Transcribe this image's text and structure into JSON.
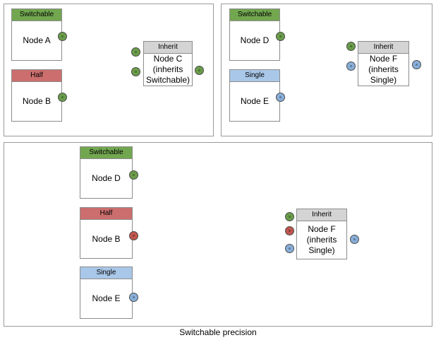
{
  "diagram": {
    "caption": "Switchable precision",
    "colors": {
      "switchable": "#72a750",
      "half": "#cc6e6e",
      "single": "#a9c7e8",
      "inherit": "#d4d4d4",
      "port_green": "#6a9c4a",
      "port_red": "#c0564f",
      "port_blue": "#88aed8",
      "edge": "#5a5a5a",
      "border": "#8c8c8c"
    },
    "panels": [
      {
        "id": "top-left",
        "nodes": [
          {
            "id": "a",
            "header": "Switchable",
            "label": "Node A"
          },
          {
            "id": "b",
            "header": "Half",
            "label": "Node B"
          },
          {
            "id": "c",
            "header": "Inherit",
            "label": "Node C (inherits Switchable)",
            "label_lines": [
              "Node C",
              "(inherits",
              "Switchable)"
            ]
          }
        ],
        "edges": [
          {
            "from": "a",
            "to": "c",
            "port_color": "green"
          },
          {
            "from": "b",
            "to": "c",
            "port_color": "green"
          }
        ]
      },
      {
        "id": "top-right",
        "nodes": [
          {
            "id": "d",
            "header": "Switchable",
            "label": "Node D"
          },
          {
            "id": "e",
            "header": "Single",
            "label": "Node E"
          },
          {
            "id": "f",
            "header": "Inherit",
            "label": "Node F (inherits Single)",
            "label_lines": [
              "Node F",
              "(inherits",
              "Single)"
            ]
          }
        ],
        "edges": [
          {
            "from": "d",
            "to": "f",
            "port_color": "green"
          },
          {
            "from": "e",
            "to": "f",
            "port_color": "blue"
          }
        ]
      },
      {
        "id": "bottom",
        "nodes": [
          {
            "id": "d2",
            "header": "Switchable",
            "label": "Node D"
          },
          {
            "id": "b2",
            "header": "Half",
            "label": "Node B"
          },
          {
            "id": "e2",
            "header": "Single",
            "label": "Node E"
          },
          {
            "id": "f2",
            "header": "Inherit",
            "label": "Node F (inherits Single)",
            "label_lines": [
              "Node F",
              "(inherits",
              "Single)"
            ]
          }
        ],
        "edges": [
          {
            "from": "d2",
            "to": "f2",
            "port_color": "green"
          },
          {
            "from": "b2",
            "to": "f2",
            "port_color": "red"
          },
          {
            "from": "e2",
            "to": "f2",
            "port_color": "blue"
          }
        ]
      }
    ]
  }
}
